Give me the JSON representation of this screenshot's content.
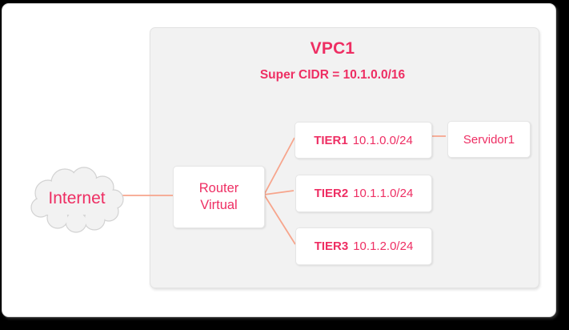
{
  "diagram": {
    "internet": {
      "label": "Internet"
    },
    "vpc": {
      "title": "VPC1",
      "subtitle": "Super CIDR = 10.1.0.0/16"
    },
    "router": {
      "line1": "Router",
      "line2": "Virtual"
    },
    "tiers": [
      {
        "name": "TIER1",
        "cidr": "10.1.0.0/24"
      },
      {
        "name": "TIER2",
        "cidr": "10.1.1.0/24"
      },
      {
        "name": "TIER3",
        "cidr": "10.1.2.0/24"
      }
    ],
    "server": {
      "label": "Servidor1"
    }
  },
  "colors": {
    "accent_pink": "#EE2E63",
    "connector_salmon": "#F7A58C",
    "panel_gray": "#F2F2F2",
    "node_white": "#FFFFFF",
    "node_border": "#E6E6E6",
    "canvas_black": "#000000",
    "cloud_fill": "#F2F2F2",
    "cloud_stroke": "#D2D2D2"
  }
}
